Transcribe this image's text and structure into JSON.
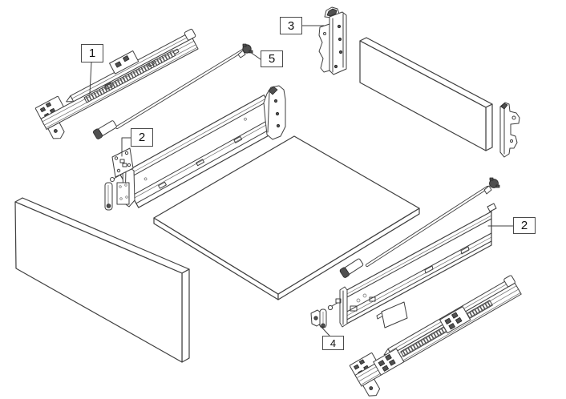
{
  "figure": {
    "type": "exploded-assembly-line-drawing",
    "background": "#ffffff"
  },
  "colors": {
    "background": "#ffffff",
    "line": "#3f3f3f",
    "dark_fill": "#505050",
    "label_border": "#4a4a4a",
    "label_text": "#111111"
  },
  "callouts": [
    {
      "label": "1"
    },
    {
      "label": "2"
    },
    {
      "label": "3"
    },
    {
      "label": "5"
    },
    {
      "label": "2"
    },
    {
      "label": "4"
    }
  ]
}
